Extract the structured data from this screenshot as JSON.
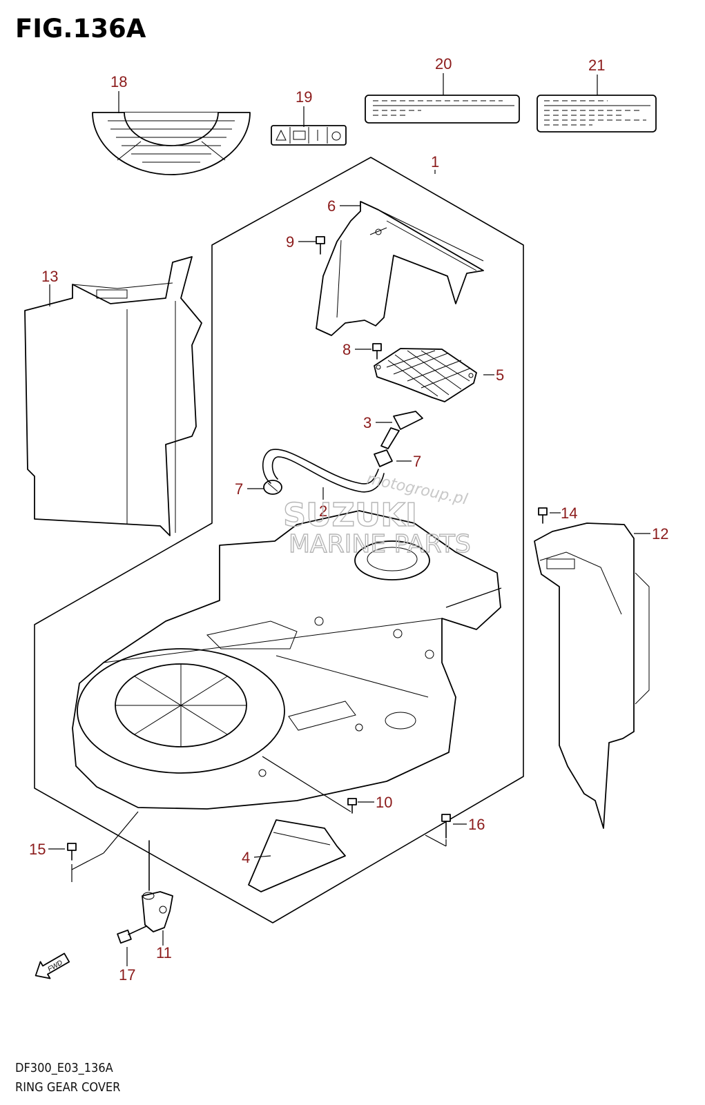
{
  "figure": {
    "title": "FIG.136A",
    "code": "DF300_E03_136A",
    "name": "RING GEAR COVER"
  },
  "callouts": [
    "1",
    "2",
    "3",
    "4",
    "5",
    "6",
    "7",
    "7",
    "8",
    "9",
    "10",
    "11",
    "12",
    "13",
    "14",
    "15",
    "16",
    "17",
    "18",
    "19",
    "20",
    "21"
  ],
  "watermark": {
    "site": "motogroup.pl",
    "brand": "SUZUKI",
    "sub": "MARINE PARTS"
  },
  "direction_arrow": "FWD",
  "colors": {
    "callout": "#8b1a1a",
    "line": "#000000",
    "watermark": "#b5b5b5"
  }
}
